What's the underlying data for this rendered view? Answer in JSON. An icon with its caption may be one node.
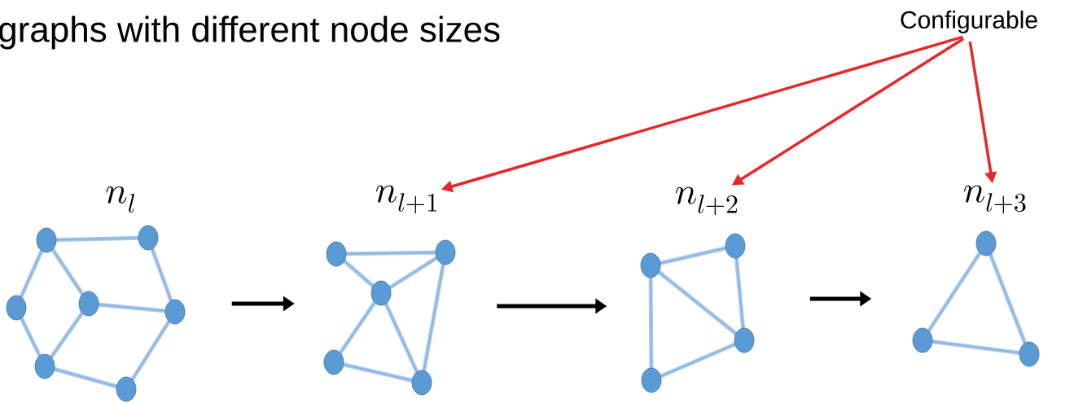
{
  "diagram": {
    "title": "graphs with different node sizes",
    "nodes": [
      {
        "text": [
          "Configurable"
        ]
      },
      {
        "text": [
          "n_{l}"
        ]
      },
      {
        "text": [
          "n_{l+1}"
        ]
      },
      {
        "text": [
          "n_{l+2}"
        ]
      },
      {
        "text": [
          "n_{l+3}"
        ]
      },
      {
        "text": [],
        "shape": "picture"
      },
      {
        "text": [],
        "shape": "picture"
      },
      {
        "text": [],
        "shape": "picture"
      },
      {
        "text": [],
        "shape": "picture"
      }
    ],
    "edges": [
      {
        "from": 0,
        "to": 2,
        "arrow": "to",
        "color": "#e8262b"
      },
      {
        "from": 0,
        "to": 3,
        "arrow": "to",
        "color": "#e8262b"
      },
      {
        "from": 0,
        "to": 4,
        "arrow": "to",
        "color": "#e8262b"
      },
      {
        "from": 5,
        "to": 6,
        "arrow": "to",
        "color": "#000000"
      },
      {
        "from": 6,
        "to": 7,
        "arrow": "to",
        "color": "#000000"
      },
      {
        "from": 7,
        "to": 8,
        "arrow": "to",
        "color": "#000000"
      }
    ]
  }
}
